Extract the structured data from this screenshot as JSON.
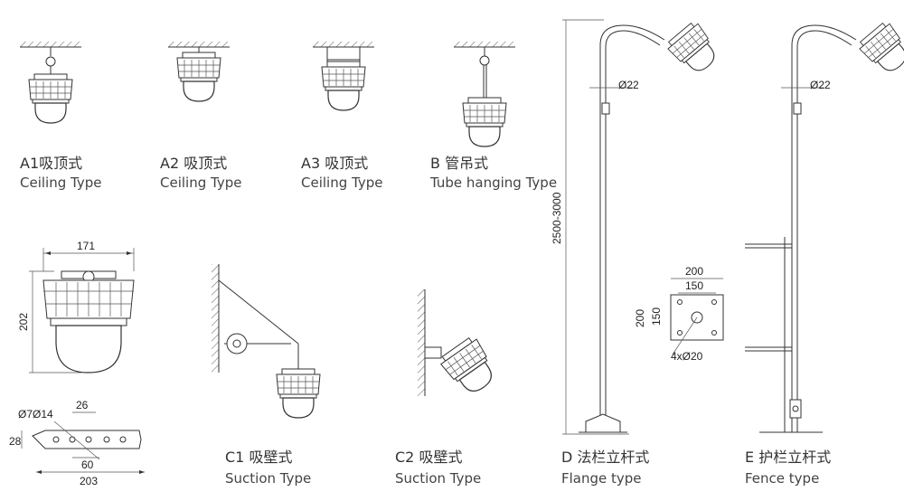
{
  "captions": {
    "a1": {
      "cn": "A1吸顶式",
      "en": "Ceiling  Type"
    },
    "a2": {
      "cn": "A2 吸顶式",
      "en": "Ceiling  Type"
    },
    "a3": {
      "cn": "A3 吸顶式",
      "en": "Ceiling  Type"
    },
    "b": {
      "cn": "B 管吊式",
      "en": "Tube hanging Type"
    },
    "c1": {
      "cn": "C1 吸壁式",
      "en": "Suction Type"
    },
    "c2": {
      "cn": "C2 吸壁式",
      "en": "Suction Type"
    },
    "d": {
      "cn": "D 法栏立杆式",
      "en": "Flange type"
    },
    "e": {
      "cn": "E 护栏立杆式",
      "en": "Fence type"
    }
  },
  "dimensions": {
    "width_171": "171",
    "height_202": "202",
    "holes": "Ø7Ø14",
    "d26": "26",
    "d28": "28",
    "d60": "60",
    "d203": "203",
    "pole_d_left": "Ø22",
    "pole_d_right": "Ø22",
    "pole_height": "2500-3000",
    "flange_200w": "200",
    "flange_150w": "150",
    "flange_200h": "200",
    "flange_150h": "150",
    "flange_holes": "4xØ20"
  }
}
